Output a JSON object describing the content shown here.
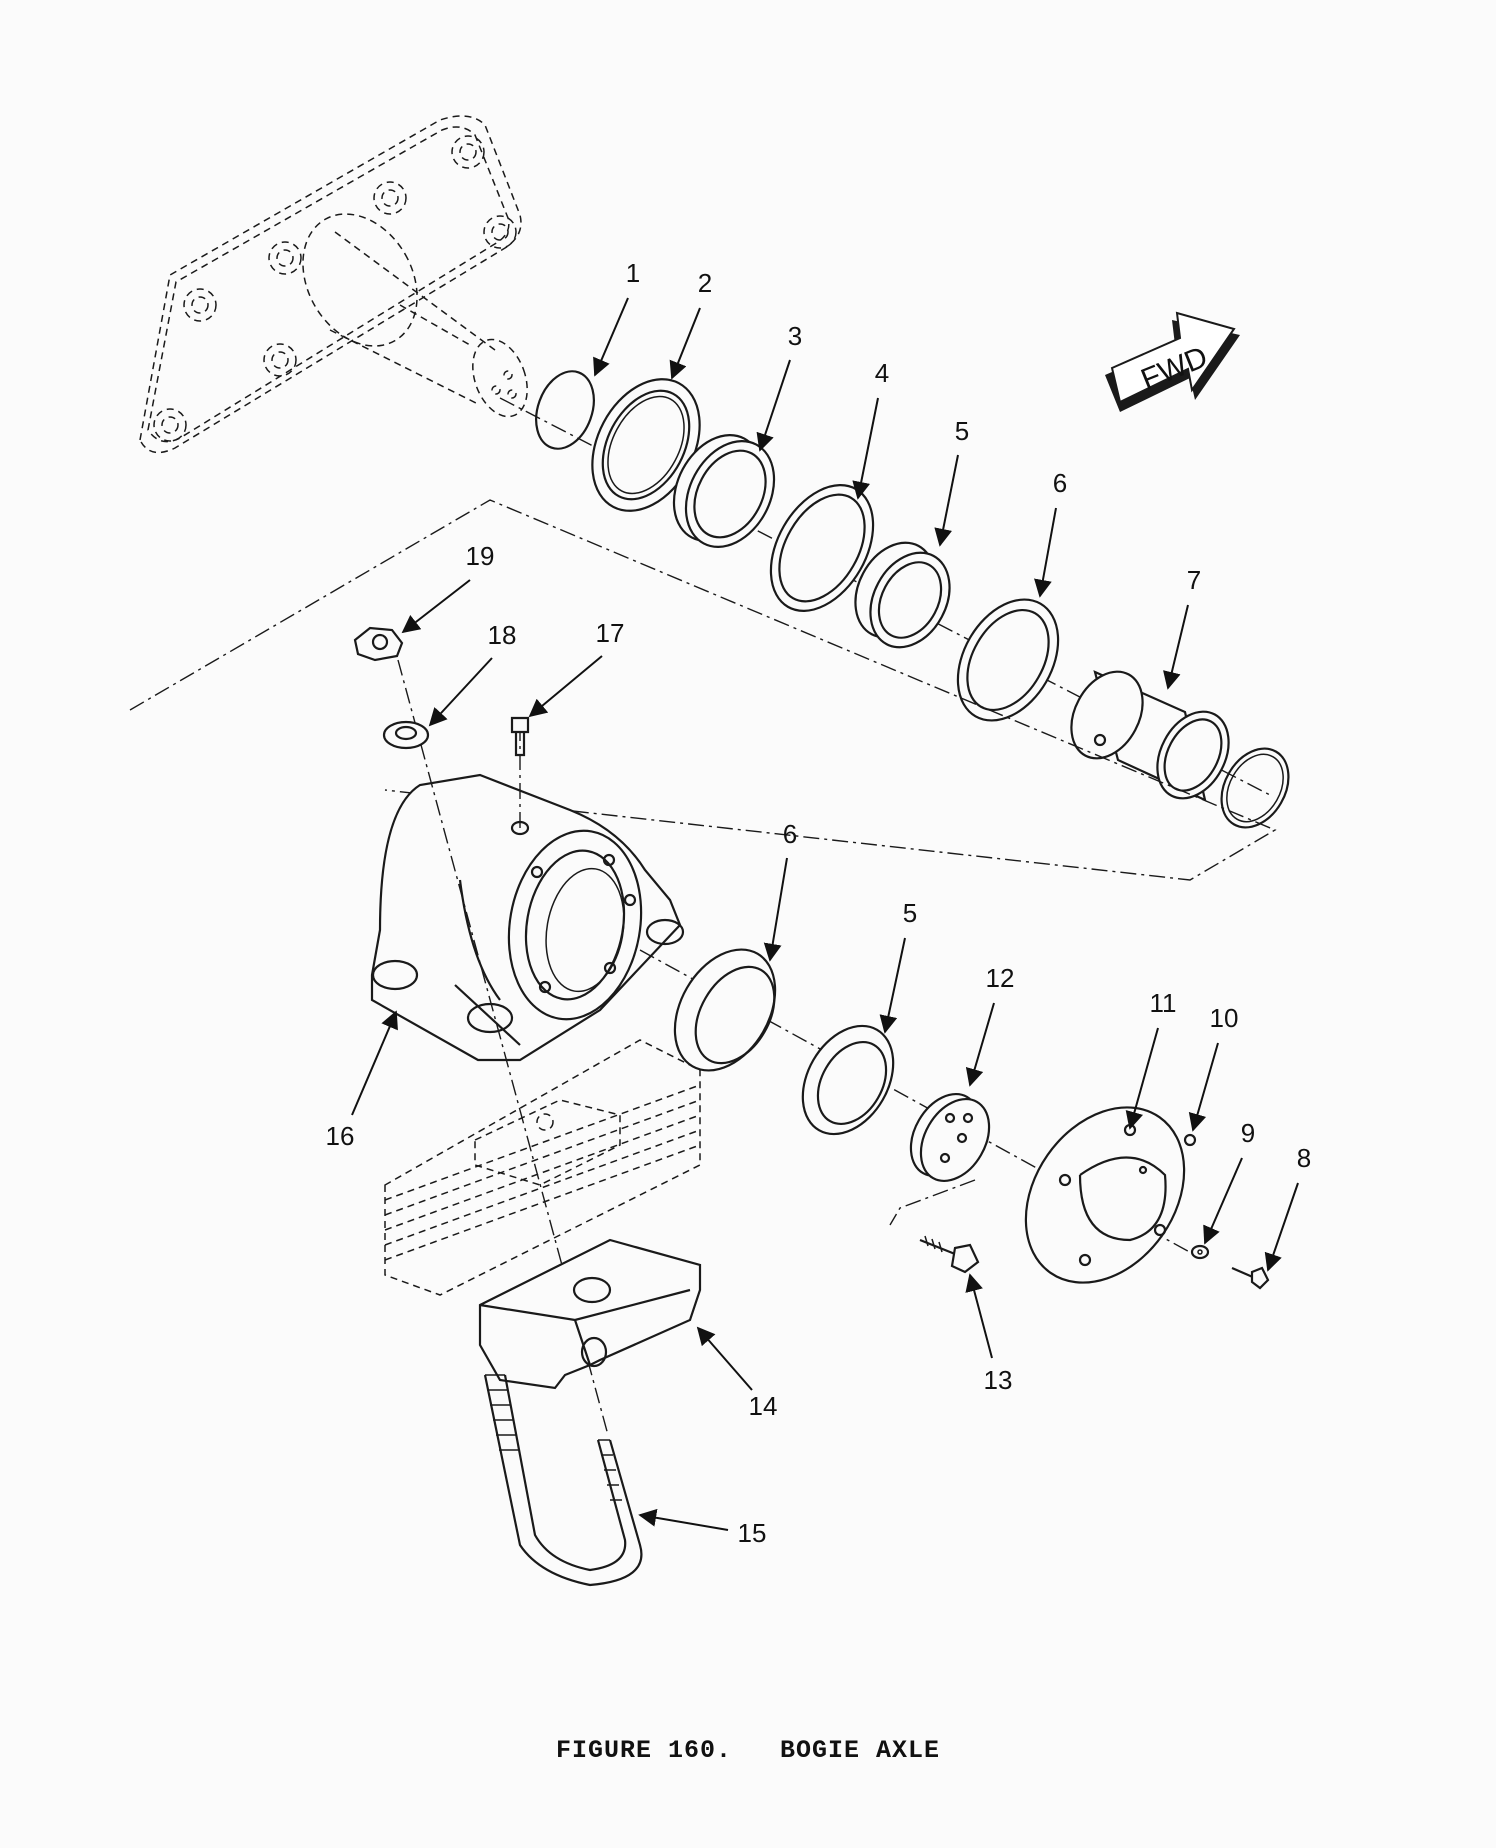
{
  "figure": {
    "caption": "FIGURE 160.   BOGIE AXLE",
    "direction_label": "FWD"
  },
  "callouts": [
    "1",
    "2",
    "3",
    "4",
    "5",
    "6",
    "7",
    "6",
    "5",
    "12",
    "11",
    "10",
    "9",
    "8",
    "13",
    "14",
    "15",
    "16",
    "17",
    "18",
    "19"
  ]
}
